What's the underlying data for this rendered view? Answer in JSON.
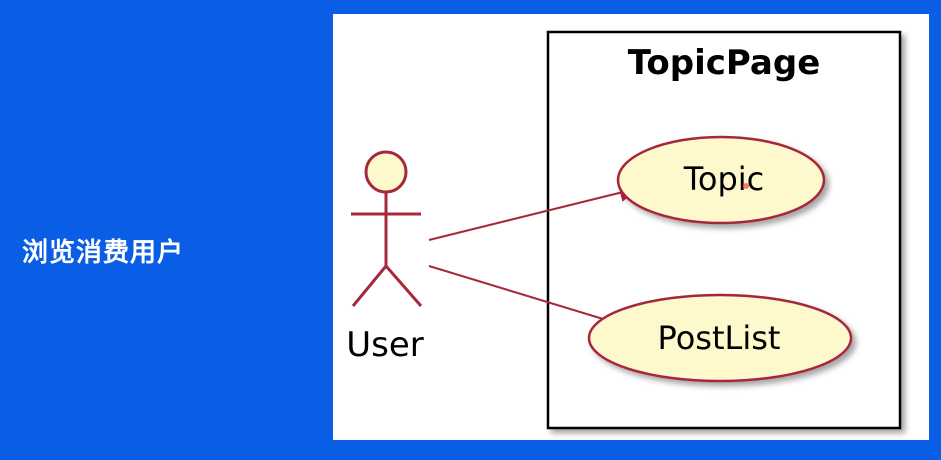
{
  "side_label": "浏览消费用户",
  "diagram": {
    "actor": {
      "name": "User"
    },
    "system": {
      "title": "TopicPage"
    },
    "use_cases": [
      {
        "label": "Topic"
      },
      {
        "label": "PostList"
      }
    ],
    "colors": {
      "background": "#0a5ee6",
      "actor_fill": "#fef9cc",
      "usecase_fill": "#fef9cc",
      "line": "#a6283b",
      "border": "#000000"
    }
  }
}
